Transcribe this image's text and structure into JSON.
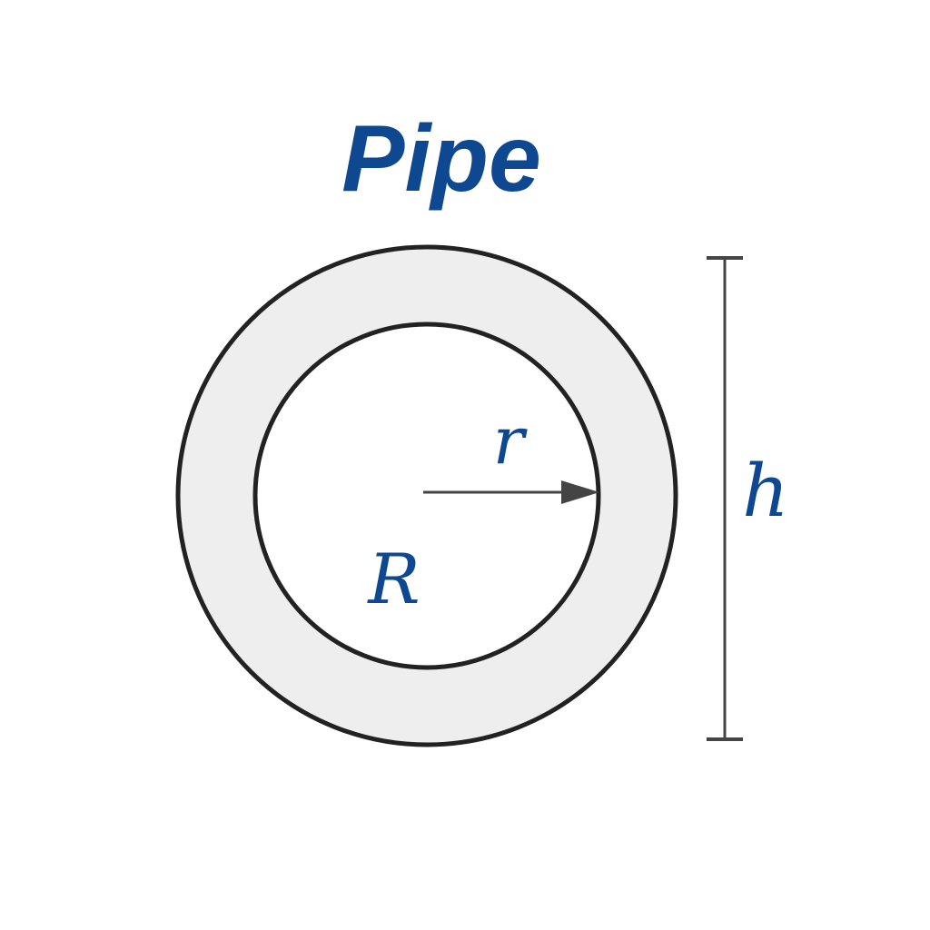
{
  "title": "Pipe",
  "labels": {
    "inner_radius": "r",
    "outer_radius": "R",
    "height": "h"
  },
  "colors": {
    "title": "#0d4891",
    "labels": "#0d4891",
    "outline": "#222222",
    "wall_fill": "#eeeeee",
    "bore_fill": "#ffffff",
    "dimension_line": "#444444"
  },
  "icons": {
    "radius_arrow": "arrow-right-icon",
    "height_dimension": "dimension-line-icon"
  }
}
